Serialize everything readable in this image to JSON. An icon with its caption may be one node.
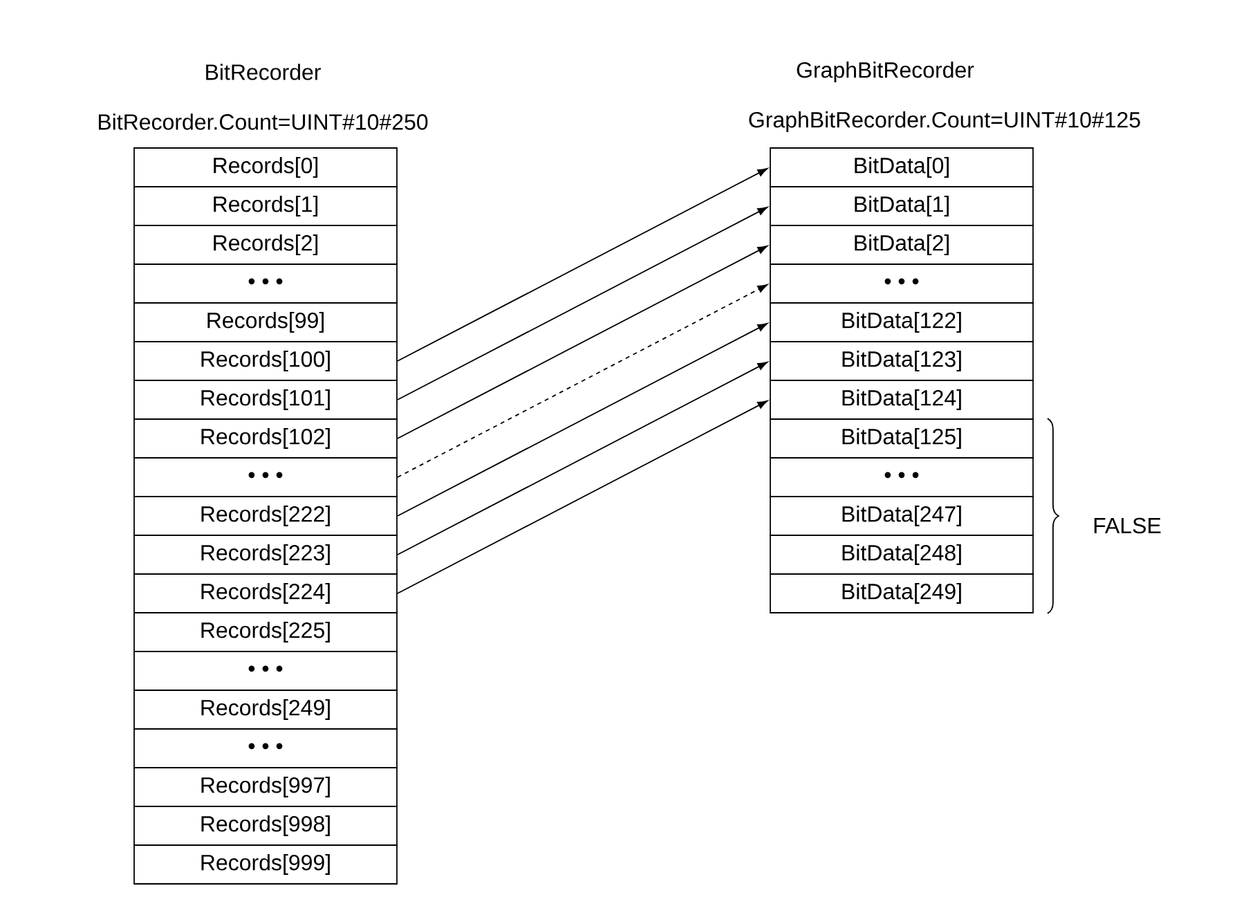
{
  "diagram": {
    "nodes": [
      {
        "text": [
          "Records[0]"
        ]
      },
      {
        "text": [
          "Records[1]"
        ]
      },
      {
        "text": [
          "Records[2]"
        ]
      },
      {
        "text": [
          "• • •"
        ]
      },
      {
        "text": [
          "Records[99]"
        ]
      },
      {
        "text": [
          "Records[100]"
        ]
      },
      {
        "text": [
          "Records[101]"
        ]
      },
      {
        "text": [
          "Records[102]"
        ]
      },
      {
        "text": [
          "• • •"
        ]
      },
      {
        "text": [
          "Records[222]"
        ]
      },
      {
        "text": [
          "Records[223]"
        ]
      },
      {
        "text": [
          "Records[224]"
        ]
      },
      {
        "text": [
          "Records[225]"
        ]
      },
      {
        "text": [
          "• • •"
        ]
      },
      {
        "text": [
          "Records[249]"
        ]
      },
      {
        "text": [
          "• • •"
        ]
      },
      {
        "text": [
          "Records[997]"
        ]
      },
      {
        "text": [
          "Records[998]"
        ]
      },
      {
        "text": [
          "Records[999]"
        ]
      },
      {
        "text": [
          "BitData[0]"
        ]
      },
      {
        "text": [
          "BitData[1]"
        ]
      },
      {
        "text": [
          "BitData[2]"
        ]
      },
      {
        "text": [
          "• • •"
        ]
      },
      {
        "text": [
          "BitData[122]"
        ]
      },
      {
        "text": [
          "BitData[123]"
        ]
      },
      {
        "text": [
          "BitData[124]"
        ]
      },
      {
        "text": [
          "BitData[125]"
        ]
      },
      {
        "text": [
          "• • •"
        ]
      },
      {
        "text": [
          "BitData[247]"
        ]
      },
      {
        "text": [
          "BitData[248]"
        ]
      },
      {
        "text": [
          "BitData[249]"
        ]
      }
    ],
    "edges": [
      {
        "from": 5,
        "to": 19,
        "arrow": "to"
      },
      {
        "from": 6,
        "to": 20,
        "arrow": "to"
      },
      {
        "from": 7,
        "to": 21,
        "arrow": "to"
      },
      {
        "from": 8,
        "to": 22,
        "arrow": "to",
        "style": "dashed"
      },
      {
        "from": 9,
        "to": 23,
        "arrow": "to"
      },
      {
        "from": 10,
        "to": 24,
        "arrow": "to"
      },
      {
        "from": 11,
        "to": 25,
        "arrow": "to"
      }
    ],
    "labels": [
      "BitRecorder",
      "BitRecorder.Count=UINT#10#250",
      "GraphBitRecorder",
      "GraphBitRecorder.Count=UINT#10#125",
      "FALSE"
    ]
  }
}
